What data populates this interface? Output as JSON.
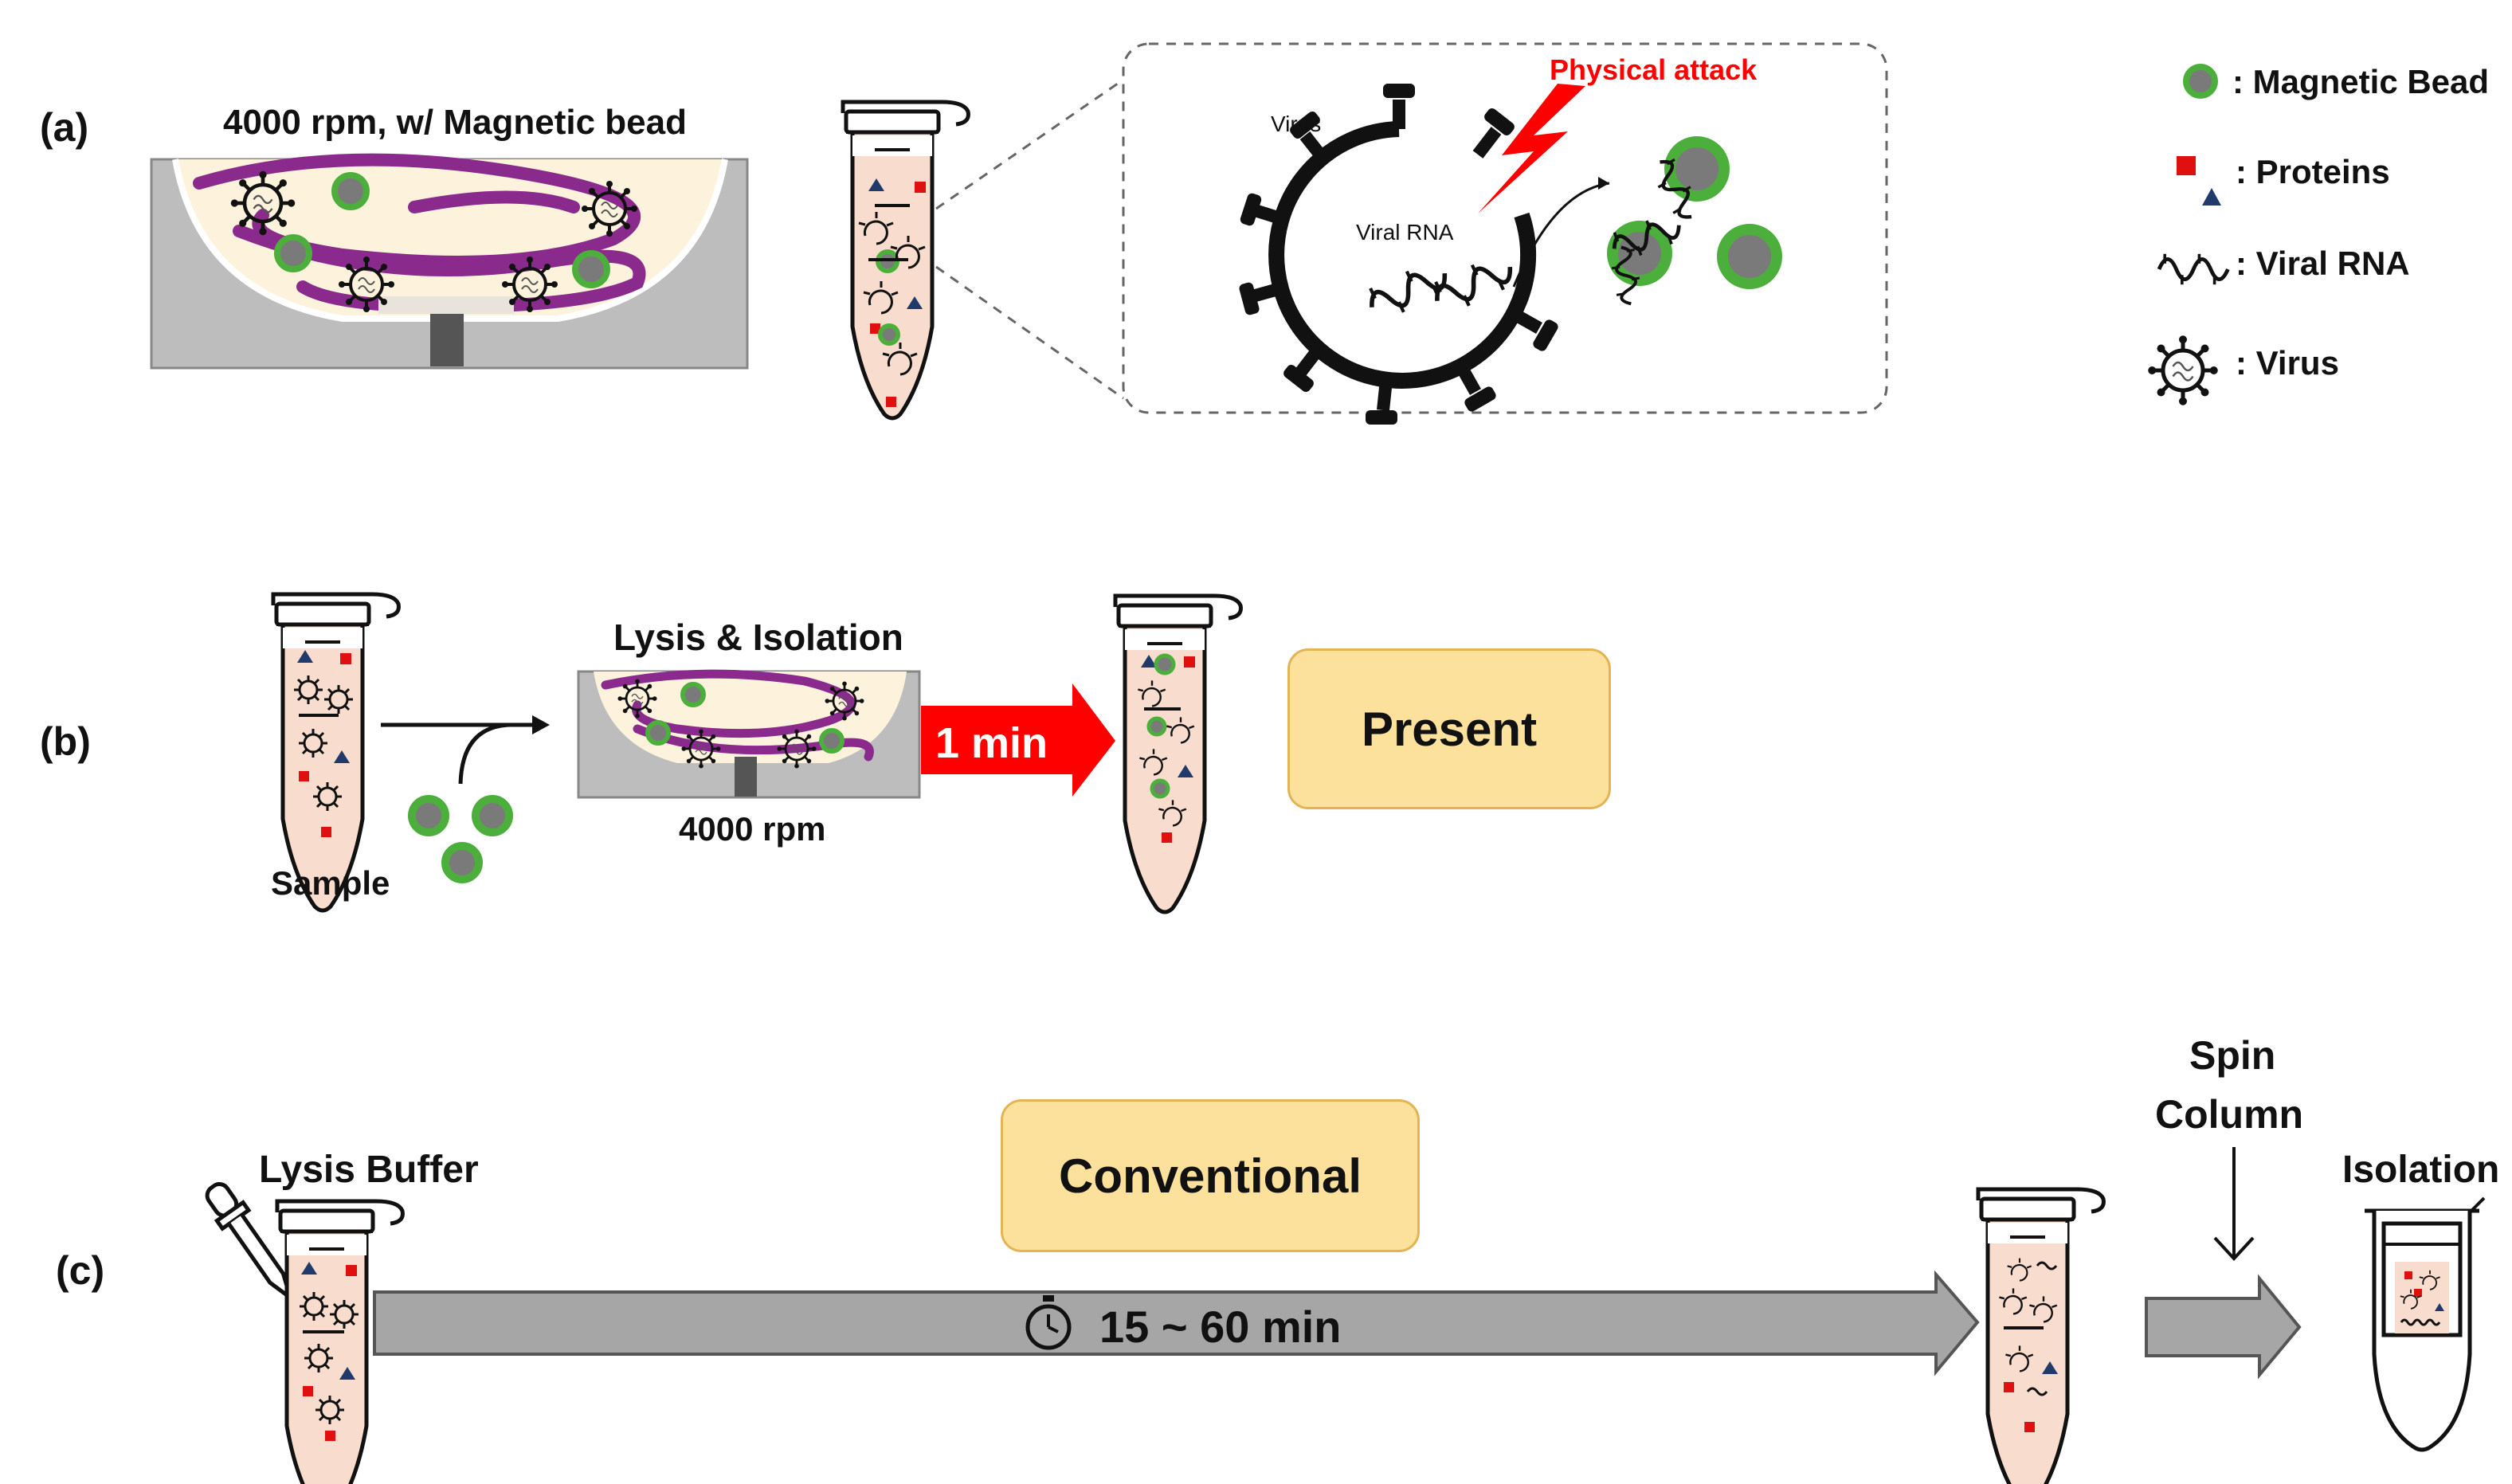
{
  "panels": {
    "a": {
      "label": "(a)",
      "condition": "4000 rpm, w/ Magnetic bead",
      "attack_label": "Physical attack",
      "virus_label": "Virus",
      "rna_label": "Viral RNA"
    },
    "b": {
      "label": "(b)",
      "step_title": "Lysis & Isolation",
      "sample_label": "Sample",
      "speed_label": "4000 rpm",
      "time_label": "1 min",
      "method_label": "Present"
    },
    "c": {
      "label": "(c)",
      "buffer_label": "Lysis Buffer",
      "method_label": "Conventional",
      "time_label": "15 ~ 60 min",
      "column_label_1": "Spin",
      "column_label_2": "Column",
      "isolation_label": "Isolation"
    }
  },
  "legend": [
    {
      "icon": "magnetic-bead-icon",
      "label": ": Magnetic Bead"
    },
    {
      "icon": "protein-icon",
      "label": ": Proteins"
    },
    {
      "icon": "viral-rna-icon",
      "label": ": Viral RNA"
    },
    {
      "icon": "virus-icon",
      "label": ": Virus"
    }
  ],
  "colors": {
    "bead_ring": "#4caf3c",
    "bead_core": "#7a7a7a",
    "protein_square": "#e01010",
    "protein_triangle": "#1f3a6b",
    "swirl": "#8a2a8c",
    "fluid": "#fdf3dc",
    "tube_fill": "#f8dccd",
    "arrow_red": "#ff0000",
    "arrow_gray": "#a6a6a6",
    "tag_fill": "#fbe19b"
  }
}
